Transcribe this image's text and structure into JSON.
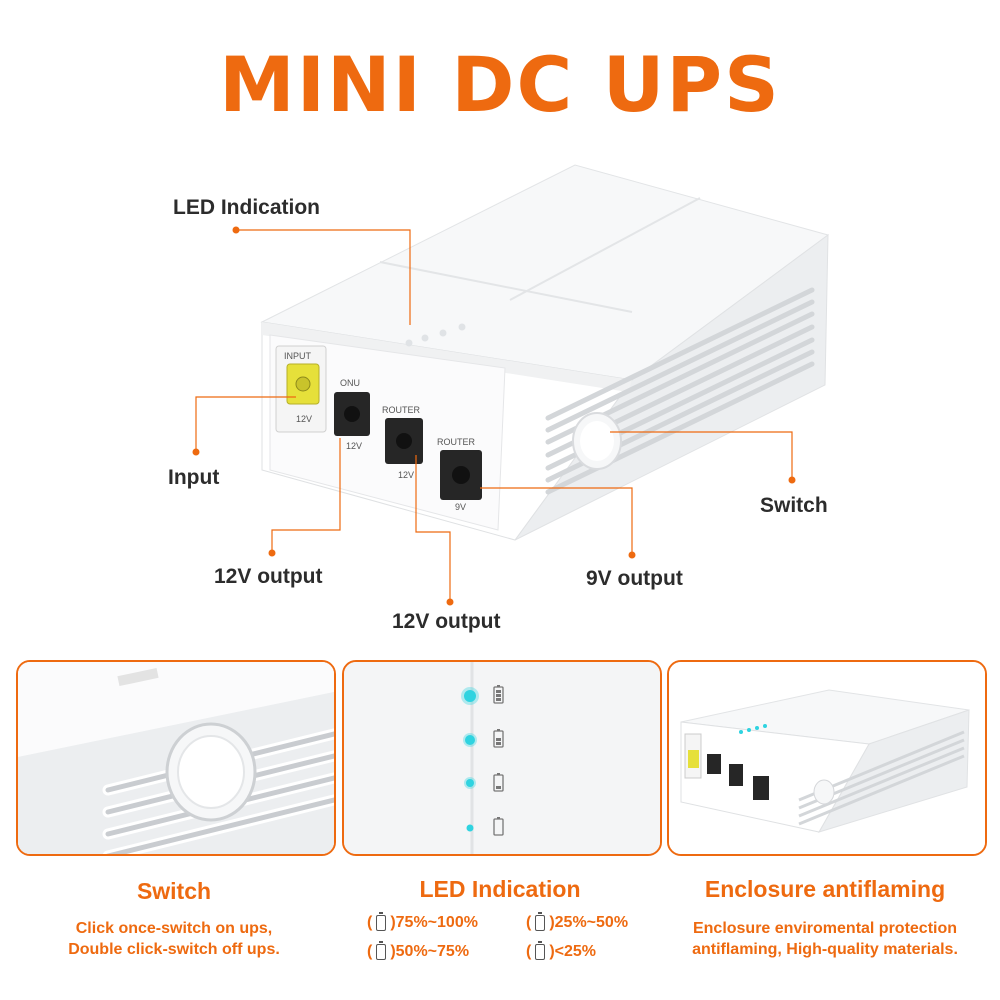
{
  "title": "MINI DC UPS",
  "callouts": {
    "led": "LED Indication",
    "input": "Input",
    "switch": "Switch",
    "out1": "12V output",
    "out2": "12V output",
    "out3": "9V output"
  },
  "device_labels": {
    "input": "INPUT",
    "input_v": "12V",
    "onu": "ONU",
    "onu_v": "12V",
    "router1": "ROUTER",
    "router1_v": "12V",
    "router2": "ROUTER",
    "router2_v": "9V"
  },
  "sections": {
    "switch": {
      "title": "Switch",
      "desc1": "Click once-switch on ups,",
      "desc2": "Double click-switch off ups."
    },
    "led": {
      "title": "LED Indication",
      "items": [
        "75%~100%",
        "25%~50%",
        "50%~75%",
        "<25%"
      ]
    },
    "enclosure": {
      "title": "Enclosure antiflaming",
      "desc1": "Enclosure enviromental protection",
      "desc2": "antiflaming, High-quality materials."
    }
  },
  "colors": {
    "accent": "#ee6a10",
    "led": "#2fd3e0",
    "jack_input": "#e6e03a"
  }
}
